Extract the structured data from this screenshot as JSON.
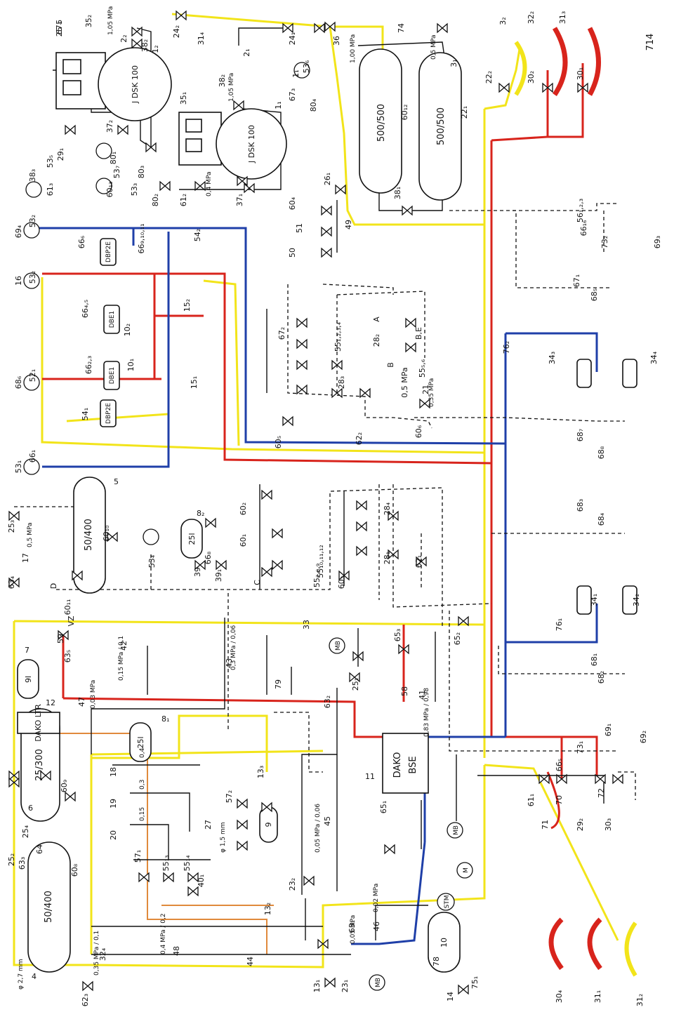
{
  "page_number": "714",
  "tanks": {
    "main_1": "500/500",
    "main_2": "500/500",
    "t5": "50/400",
    "t5_num": "5",
    "t6": "25/300",
    "t6_num": "6",
    "t4": "50/400",
    "t4_num": "4",
    "t10": "10",
    "t9": "9",
    "t7": "9l",
    "t7_num": "7",
    "t8": "25l",
    "t8_num": "8₁",
    "t8b": "25l",
    "t8b_num": "8₂"
  },
  "compressors": {
    "c1": "J DSK 100",
    "c2": "J DSK 100",
    "c1_num": "1₁",
    "c2_num": "1₂"
  },
  "devices": {
    "dako_ltr": "DAKO LTR",
    "dako_ltr_num": "12",
    "dako_bse_top": "DAKO",
    "dako_bse_bottom": "BSE",
    "dako_bse_num": "11",
    "dbp2e_1": "DBP2E",
    "dbp2e_2": "DBP2E",
    "dbe1_1": "DBE1",
    "dbe1_2": "DBE1",
    "mb": "MB",
    "m": "M",
    "stm": "STM"
  },
  "pressures": {
    "p_105_a": "1,05 MPa",
    "p_105_b": "1,05 MPa",
    "p_100": "1,00 MPa",
    "p_05_a": "0,5 MPa",
    "p_05_b": "0,5 MPa",
    "p_04": "0,4 MPa",
    "p_035": "0,35 MPa",
    "p_003": "0,03 MPa",
    "p_015_01": "0,15 MPa / 0,1",
    "p_03_006": "0,3 MPa / 0,06",
    "p_083_098": "0,83 MPa / 0,98",
    "p_005_006": "0,05 MPa / 0,06",
    "p_005": "0,05 MPa",
    "p_002": "0,02 MPa",
    "p_035_01": "0,35 MPa / 0,1",
    "p_04_02": "0,4 MPa / 0,2",
    "p_0_4": "0,4",
    "p_0_3": "0,3",
    "p_0_15": "0,15",
    "p_15mm": "φ 1,5 mm",
    "p_27mm": "φ 2,7 mm"
  },
  "labels": [
    "67₄",
    "35₂",
    "2₂",
    "38₂",
    "24₂",
    "24₁",
    "36",
    "74",
    "3₁",
    "3₂",
    "32₂",
    "31₃",
    "31₄",
    "2₁",
    "38₂",
    "35₁",
    "67₃",
    "1₁",
    "53₆",
    "80₄",
    "60₁₂",
    "22₁",
    "22₂",
    "30₂",
    "30₁",
    "29₁",
    "37₂",
    "38₃",
    "53₅",
    "61₃",
    "80₁",
    "53₇",
    "80₃",
    "60₁₃",
    "53₃",
    "80₂",
    "61₂",
    "37₁",
    "38₁",
    "26₁",
    "60₄",
    "51",
    "50",
    "49",
    "56₁,₂,₃",
    "66₁₆",
    "73₂",
    "69₃",
    "69₄",
    "53₂",
    "66₆",
    "54₂",
    "66₉,₁₀,₁₁",
    "16",
    "53₂",
    "66₄,₅",
    "10₂",
    "15₂",
    "67₁",
    "68₅",
    "68₆",
    "52₁",
    "66₂,₃",
    "10₁",
    "15₁",
    "67₂",
    "55₁,₂,₃,₄",
    "28₂",
    "A",
    "B",
    "B,E",
    "55₅,₆",
    "21",
    "0,5 MPa",
    "76₂",
    "34₃",
    "34₄",
    "53₁",
    "66₁",
    "54₁",
    "60₅",
    "28₃",
    "62₂",
    "60₆",
    "68₇",
    "68₈",
    "25₃",
    "17",
    "63₄",
    "D",
    "60₁₁",
    "60₁₀",
    "53₄",
    "66₈",
    "39",
    "39₁",
    "60₁",
    "55₇,₈,₉",
    "C",
    "60₂",
    "55₁₀,₁₁,₁₂",
    "28₄",
    "28₁",
    "62₁",
    "60₃",
    "68₃",
    "68₄",
    "34₁",
    "34₂",
    "76₁",
    "59",
    "VZ",
    "63₅",
    "42",
    "43",
    "79",
    "33",
    "65₃",
    "65₂",
    "58",
    "41",
    "68₁",
    "68₂",
    "69₁",
    "69₂",
    "73₁",
    "66₅",
    "47",
    "63₂",
    "25₁",
    "18",
    "19",
    "20",
    "60₉",
    "25₄",
    "64",
    "27",
    "57₂",
    "13₃",
    "45",
    "65₁",
    "57₁",
    "55₁₃",
    "55₁₄",
    "40₁",
    "23₂",
    "13₂",
    "25₂",
    "63₃",
    "60₈",
    "61₁",
    "70",
    "72",
    "71",
    "29₂",
    "30₃",
    "30₄",
    "31₁",
    "31₂",
    "32₄",
    "48",
    "44",
    "13₁",
    "23₁",
    "63₁",
    "46",
    "78",
    "14",
    "75₁",
    "62₃",
    "25 5"
  ]
}
